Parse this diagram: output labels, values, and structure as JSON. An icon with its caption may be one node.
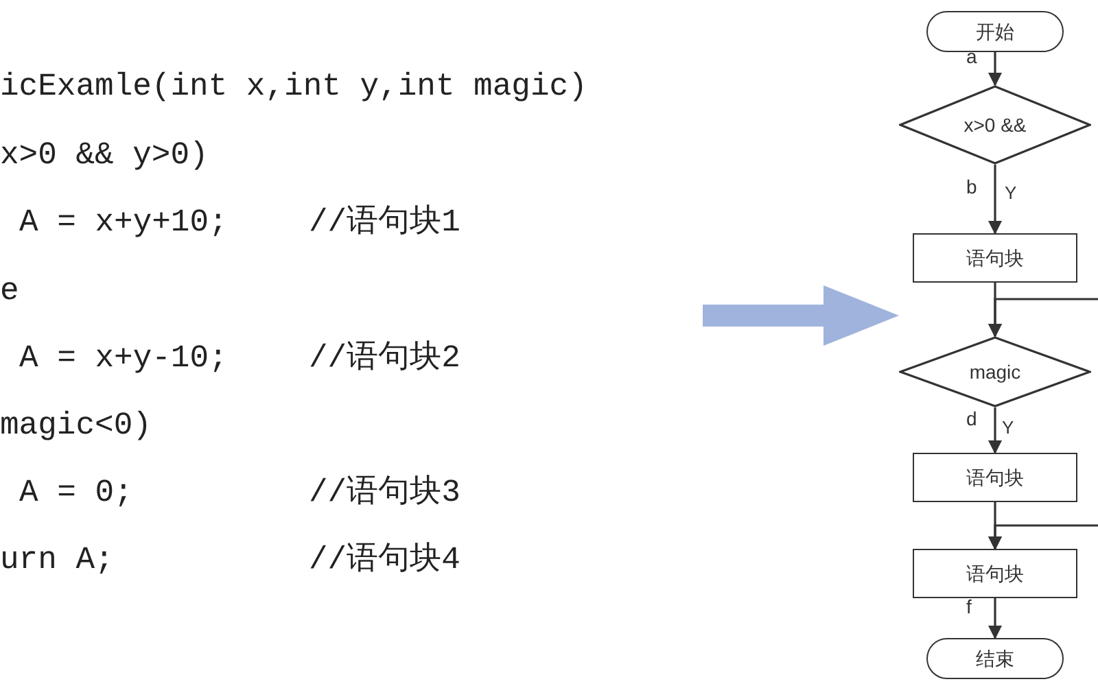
{
  "diagram": {
    "nodes": [
      {
        "text": [
          "开始"
        ]
      },
      {
        "text": [
          "x>0 &&"
        ]
      },
      {
        "text": [
          "语句块"
        ]
      },
      {
        "text": [
          "magic"
        ]
      },
      {
        "text": [
          "语句块"
        ]
      },
      {
        "text": [
          "语句块"
        ]
      },
      {
        "text": [
          "结束"
        ]
      }
    ],
    "edges": [
      {
        "from": 0,
        "to": 1,
        "arrow": "to",
        "label": "a"
      },
      {
        "from": 1,
        "to": 2,
        "arrow": "to",
        "label": "b"
      },
      {
        "from": 2,
        "to": 3,
        "arrow": "to"
      },
      {
        "from": null,
        "to": 3,
        "arrow": "to"
      },
      {
        "from": 3,
        "to": 4,
        "arrow": "to",
        "label": "d"
      },
      {
        "from": 4,
        "to": 5,
        "arrow": "to"
      },
      {
        "from": null,
        "to": 5,
        "arrow": "to"
      },
      {
        "from": 5,
        "to": 6,
        "arrow": "to",
        "label": "f"
      }
    ],
    "labels": [
      "icExamle(int x,int y,int magic)",
      "x>0 && y>0)",
      "A = x+y+10;",
      "//语句块1",
      "e",
      "A = x+y-10;",
      "//语句块2",
      "magic<0)",
      "A = 0;",
      "//语句块3",
      "urn A;",
      "//语句块4",
      "Y",
      "Y"
    ]
  }
}
